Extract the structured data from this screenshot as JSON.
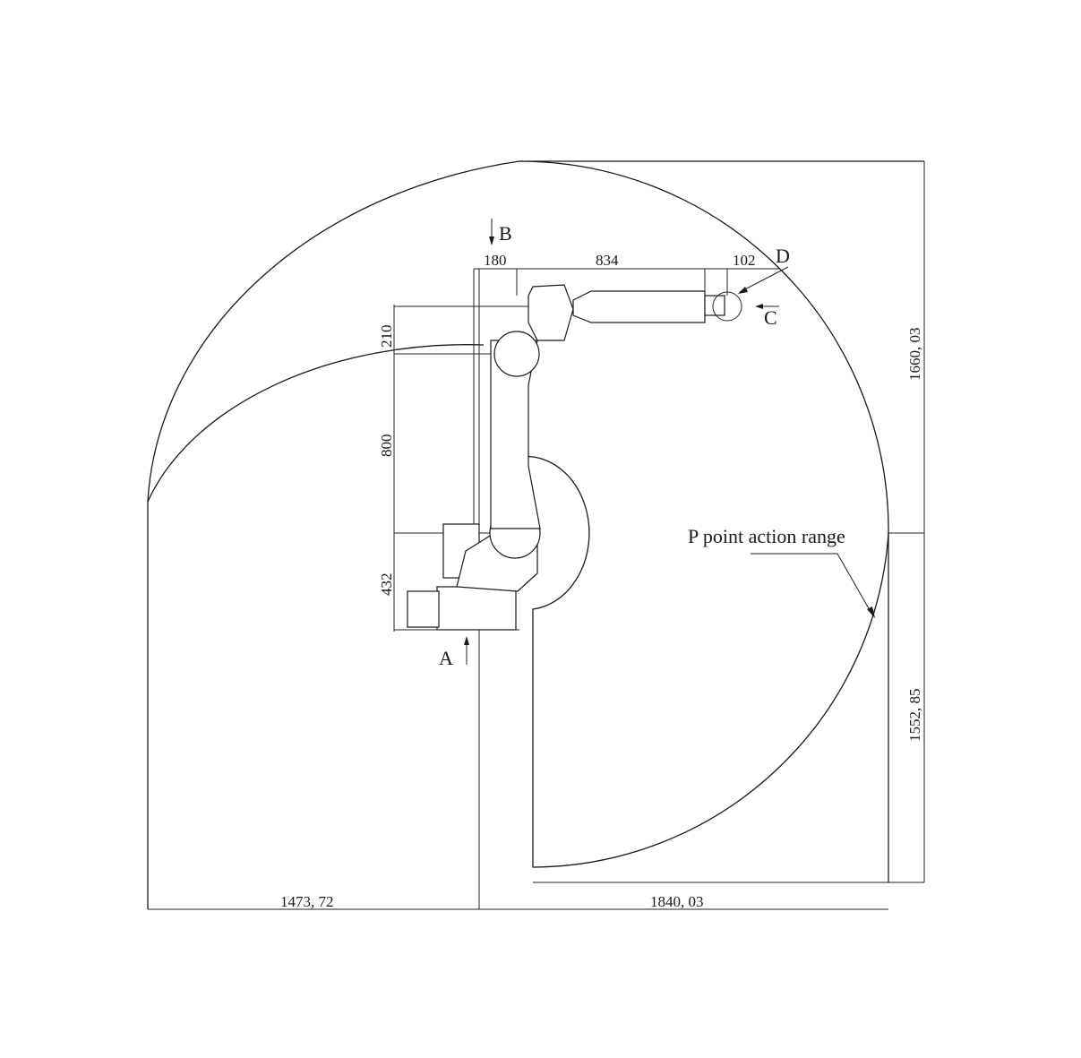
{
  "dimensions": {
    "top_180": "180",
    "top_834": "834",
    "top_102": "102",
    "left_210": "210",
    "left_800": "800",
    "left_432": "432",
    "right_top": "1660, 03",
    "right_bottom": "1552, 85",
    "bottom_left": "1473, 72",
    "bottom_right": "1840, 03"
  },
  "labels": {
    "a": "A",
    "b": "B",
    "c": "C",
    "d": "D",
    "range": "P point action range"
  }
}
